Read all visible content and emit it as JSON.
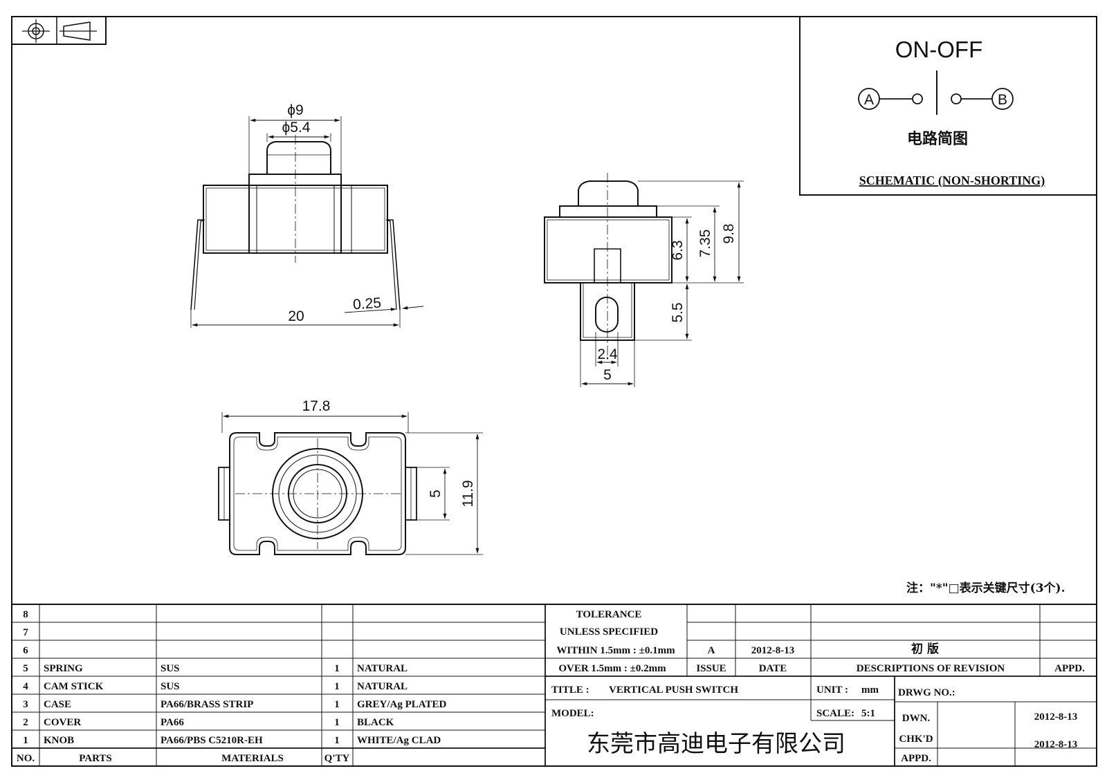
{
  "schematic": {
    "title": "ON-OFF",
    "terminal_a": "A",
    "terminal_b": "B",
    "cn_caption": "电路简图",
    "caption": "SCHEMATIC (NON-SHORTING)"
  },
  "front_view": {
    "d_outer": "ϕ9",
    "d_inner": "ϕ5.4",
    "width": "20",
    "pin": "0.25"
  },
  "side_view": {
    "h1": "6.3",
    "h2": "7.35",
    "h3": "9.8",
    "pin_len": "5.5",
    "slot": "2.4",
    "pin_w": "5"
  },
  "top_view": {
    "width": "17.8",
    "height": "11.9",
    "tab": "5"
  },
  "note": "注：\"*\"□表示关键尺寸(3个).",
  "tolerance": {
    "l1": "TOLERANCE",
    "l2": "UNLESS  SPECIFIED",
    "l3": "WITHIN 1.5mm : ±0.1mm",
    "l4": "OVER 1.5mm : ±0.2mm"
  },
  "revision": {
    "issue": "A",
    "date": "2012-8-13",
    "desc": "初  版",
    "h_issue": "ISSUE",
    "h_date": "DATE",
    "h_desc": "DESCRIPTIONS OF REVISION",
    "h_appd": "APPD."
  },
  "title_block": {
    "title_label": "TITLE :",
    "title": "VERTICAL PUSH SWITCH",
    "unit_label": "UNIT :",
    "unit": "mm",
    "drwg_label": "DRWG NO.:",
    "model_label": "MODEL:",
    "scale_label": "SCALE:",
    "scale": "5:1",
    "dwn_label": "DWN.",
    "dwn_date": "2012-8-13",
    "chkd_label": "CHK'D",
    "chkd_date": "2012-8-13",
    "appd_label": "APPD.",
    "company": "东莞市高迪电子有限公司"
  },
  "bom": {
    "header": {
      "no": "NO.",
      "parts": "PARTS",
      "materials": "MATERIALS",
      "qty": "Q'TY"
    },
    "rows": [
      {
        "no": "8",
        "part": "",
        "material": "",
        "qty": "",
        "finish": ""
      },
      {
        "no": "7",
        "part": "",
        "material": "",
        "qty": "",
        "finish": ""
      },
      {
        "no": "6",
        "part": "",
        "material": "",
        "qty": "",
        "finish": ""
      },
      {
        "no": "5",
        "part": "SPRING",
        "material": "SUS",
        "qty": "1",
        "finish": "NATURAL"
      },
      {
        "no": "4",
        "part": "CAM STICK",
        "material": "SUS",
        "qty": "1",
        "finish": "NATURAL"
      },
      {
        "no": "3",
        "part": "CASE",
        "material": "PA66/BRASS STRIP",
        "qty": "1",
        "finish": "GREY/Ag PLATED"
      },
      {
        "no": "2",
        "part": "COVER",
        "material": "PA66",
        "qty": "1",
        "finish": "BLACK"
      },
      {
        "no": "1",
        "part": "KNOB",
        "material": "PA66/PBS C5210R-EH",
        "qty": "1",
        "finish": "WHITE/Ag CLAD"
      }
    ]
  }
}
